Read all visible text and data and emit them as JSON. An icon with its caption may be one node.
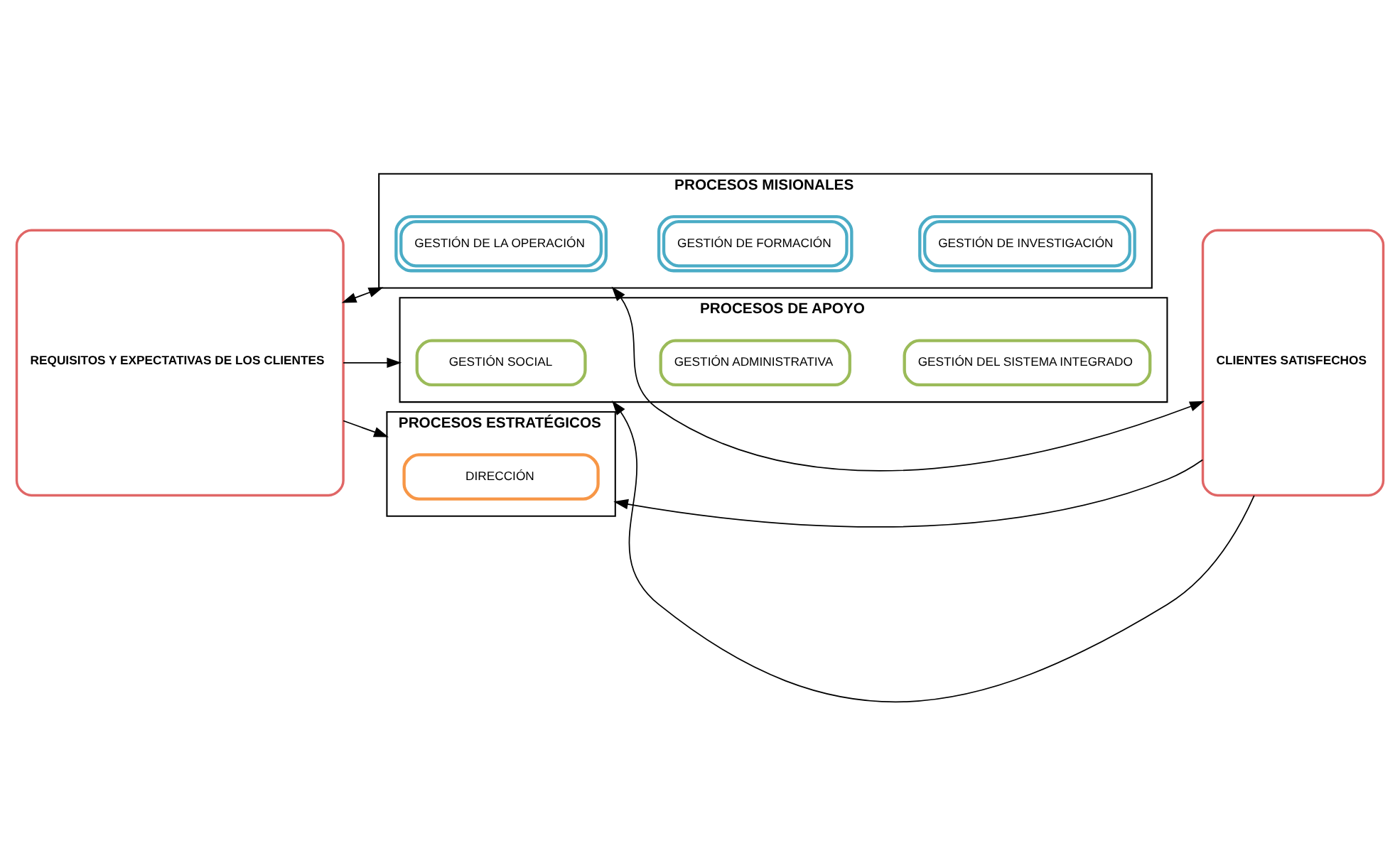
{
  "diagram": {
    "nodes": [
      {
        "text": [
          "REQUISITOS Y EXPECTATIVAS DE LOS CLIENTES"
        ]
      },
      {
        "text": [
          "PROCESOS ESTRATÉGICOS"
        ]
      },
      {
        "text": [
          "DIRECCIÓN"
        ],
        "in": 1
      },
      {
        "text": [
          "PROCESOS MISIONALES"
        ]
      },
      {
        "text": [
          "GESTIÓN DE LA OPERACIÓN"
        ],
        "in": 3
      },
      {
        "text": [
          "GESTIÓN DE FORMACIÓN"
        ],
        "in": 3
      },
      {
        "text": [
          "GESTIÓN DE INVESTIGACIÓN"
        ],
        "in": 3
      },
      {
        "text": [
          "PROCESOS DE APOYO"
        ]
      },
      {
        "text": [
          "GESTIÓN SOCIAL"
        ],
        "in": 7
      },
      {
        "text": [
          "GESTIÓN ADMINISTRATIVA"
        ],
        "in": 7
      },
      {
        "text": [
          "GESTIÓN DEL SISTEMA INTEGRADO"
        ],
        "in": 7
      },
      {
        "text": [
          "CLIENTES SATISFECHOS"
        ]
      }
    ],
    "edges": [
      {
        "from": 0,
        "to": 1,
        "arrow": "to"
      },
      {
        "from": 0,
        "to": 3,
        "arrow": "both"
      },
      {
        "from": 0,
        "to": 7,
        "arrow": "to"
      },
      {
        "from": 11,
        "to": 1,
        "arrow": "to"
      },
      {
        "from": 11,
        "to": 3,
        "arrow": "both"
      },
      {
        "from": 11,
        "to": 7,
        "arrow": "to"
      }
    ]
  }
}
